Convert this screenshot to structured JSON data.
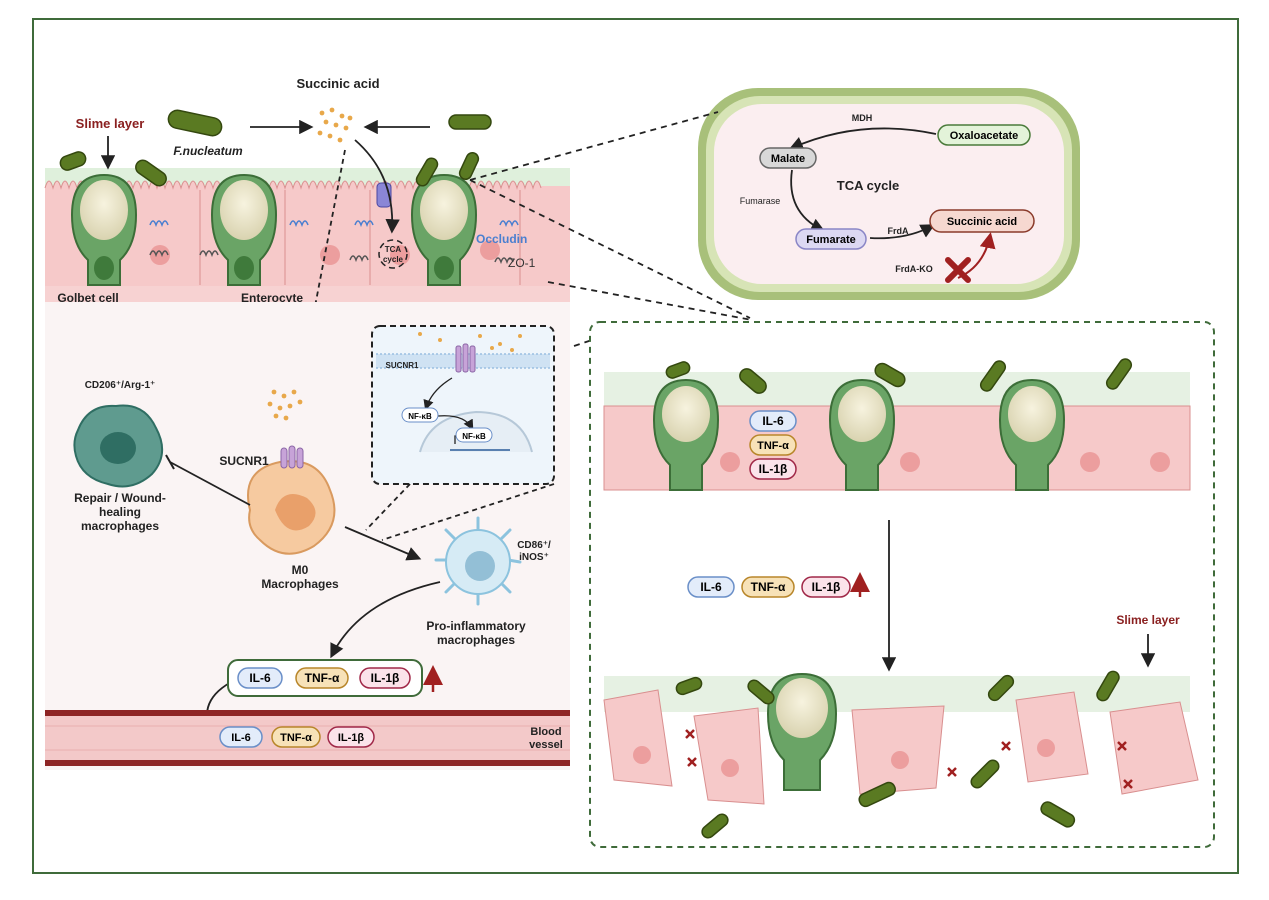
{
  "labels": {
    "succinic_acid": "Succinic acid",
    "slime_layer_left": "Slime layer",
    "f_nucleatum": "F.nucleatum",
    "golbet_cell": "Golbet cell",
    "enterocyte": "Enterocyte",
    "occludin": "Occludin",
    "zo1": "ZO-1",
    "tca_cycle_small": [
      "TCA",
      "cycle"
    ],
    "cd206": "CD206⁺/Arg-1⁺",
    "sucnr1": "SUCNR1",
    "repair_macrophages": [
      "Repair / Wound-",
      "healing",
      "macrophages"
    ],
    "m0_macrophages": [
      "M0",
      "Macrophages"
    ],
    "cd86": [
      "CD86⁺/",
      "iNOS⁺"
    ],
    "pro_inflammatory": [
      "Pro-inflammatory",
      "macrophages"
    ],
    "blood_vessel": [
      "Blood",
      "vessel"
    ],
    "slime_layer_right": "Slime layer"
  },
  "inset_pathway": {
    "sucnr1": "SUCNR1",
    "nfkb_1": "NF-κB",
    "nfkb_2": "NF-κB"
  },
  "tca_panel": {
    "mdh": "MDH",
    "oxaloacetate": "Oxaloacetate",
    "malate": "Malate",
    "tca_cycle": "TCA cycle",
    "fumarase": "Fumarase",
    "fumarate": "Fumarate",
    "frda": "FrdA",
    "succinic_acid": "Succinic acid",
    "frda_ko": "FrdA-KO"
  },
  "cytokines": {
    "il6": "IL-6",
    "tnfa": "TNF-α",
    "il1b": "IL-1β"
  },
  "colors": {
    "frame": "#3f6b3a",
    "epithelium": "#f4c4c4",
    "goblet": "#5e9b5a",
    "bacteria": "#5a7a22",
    "succinate_dots": "#e8a84a",
    "vessel": "#9b2a2a",
    "il6_stroke": "#6a8fc8",
    "tnfa_stroke": "#b8862a",
    "il1b_stroke": "#a02848",
    "up_arrow": "#a02020"
  }
}
